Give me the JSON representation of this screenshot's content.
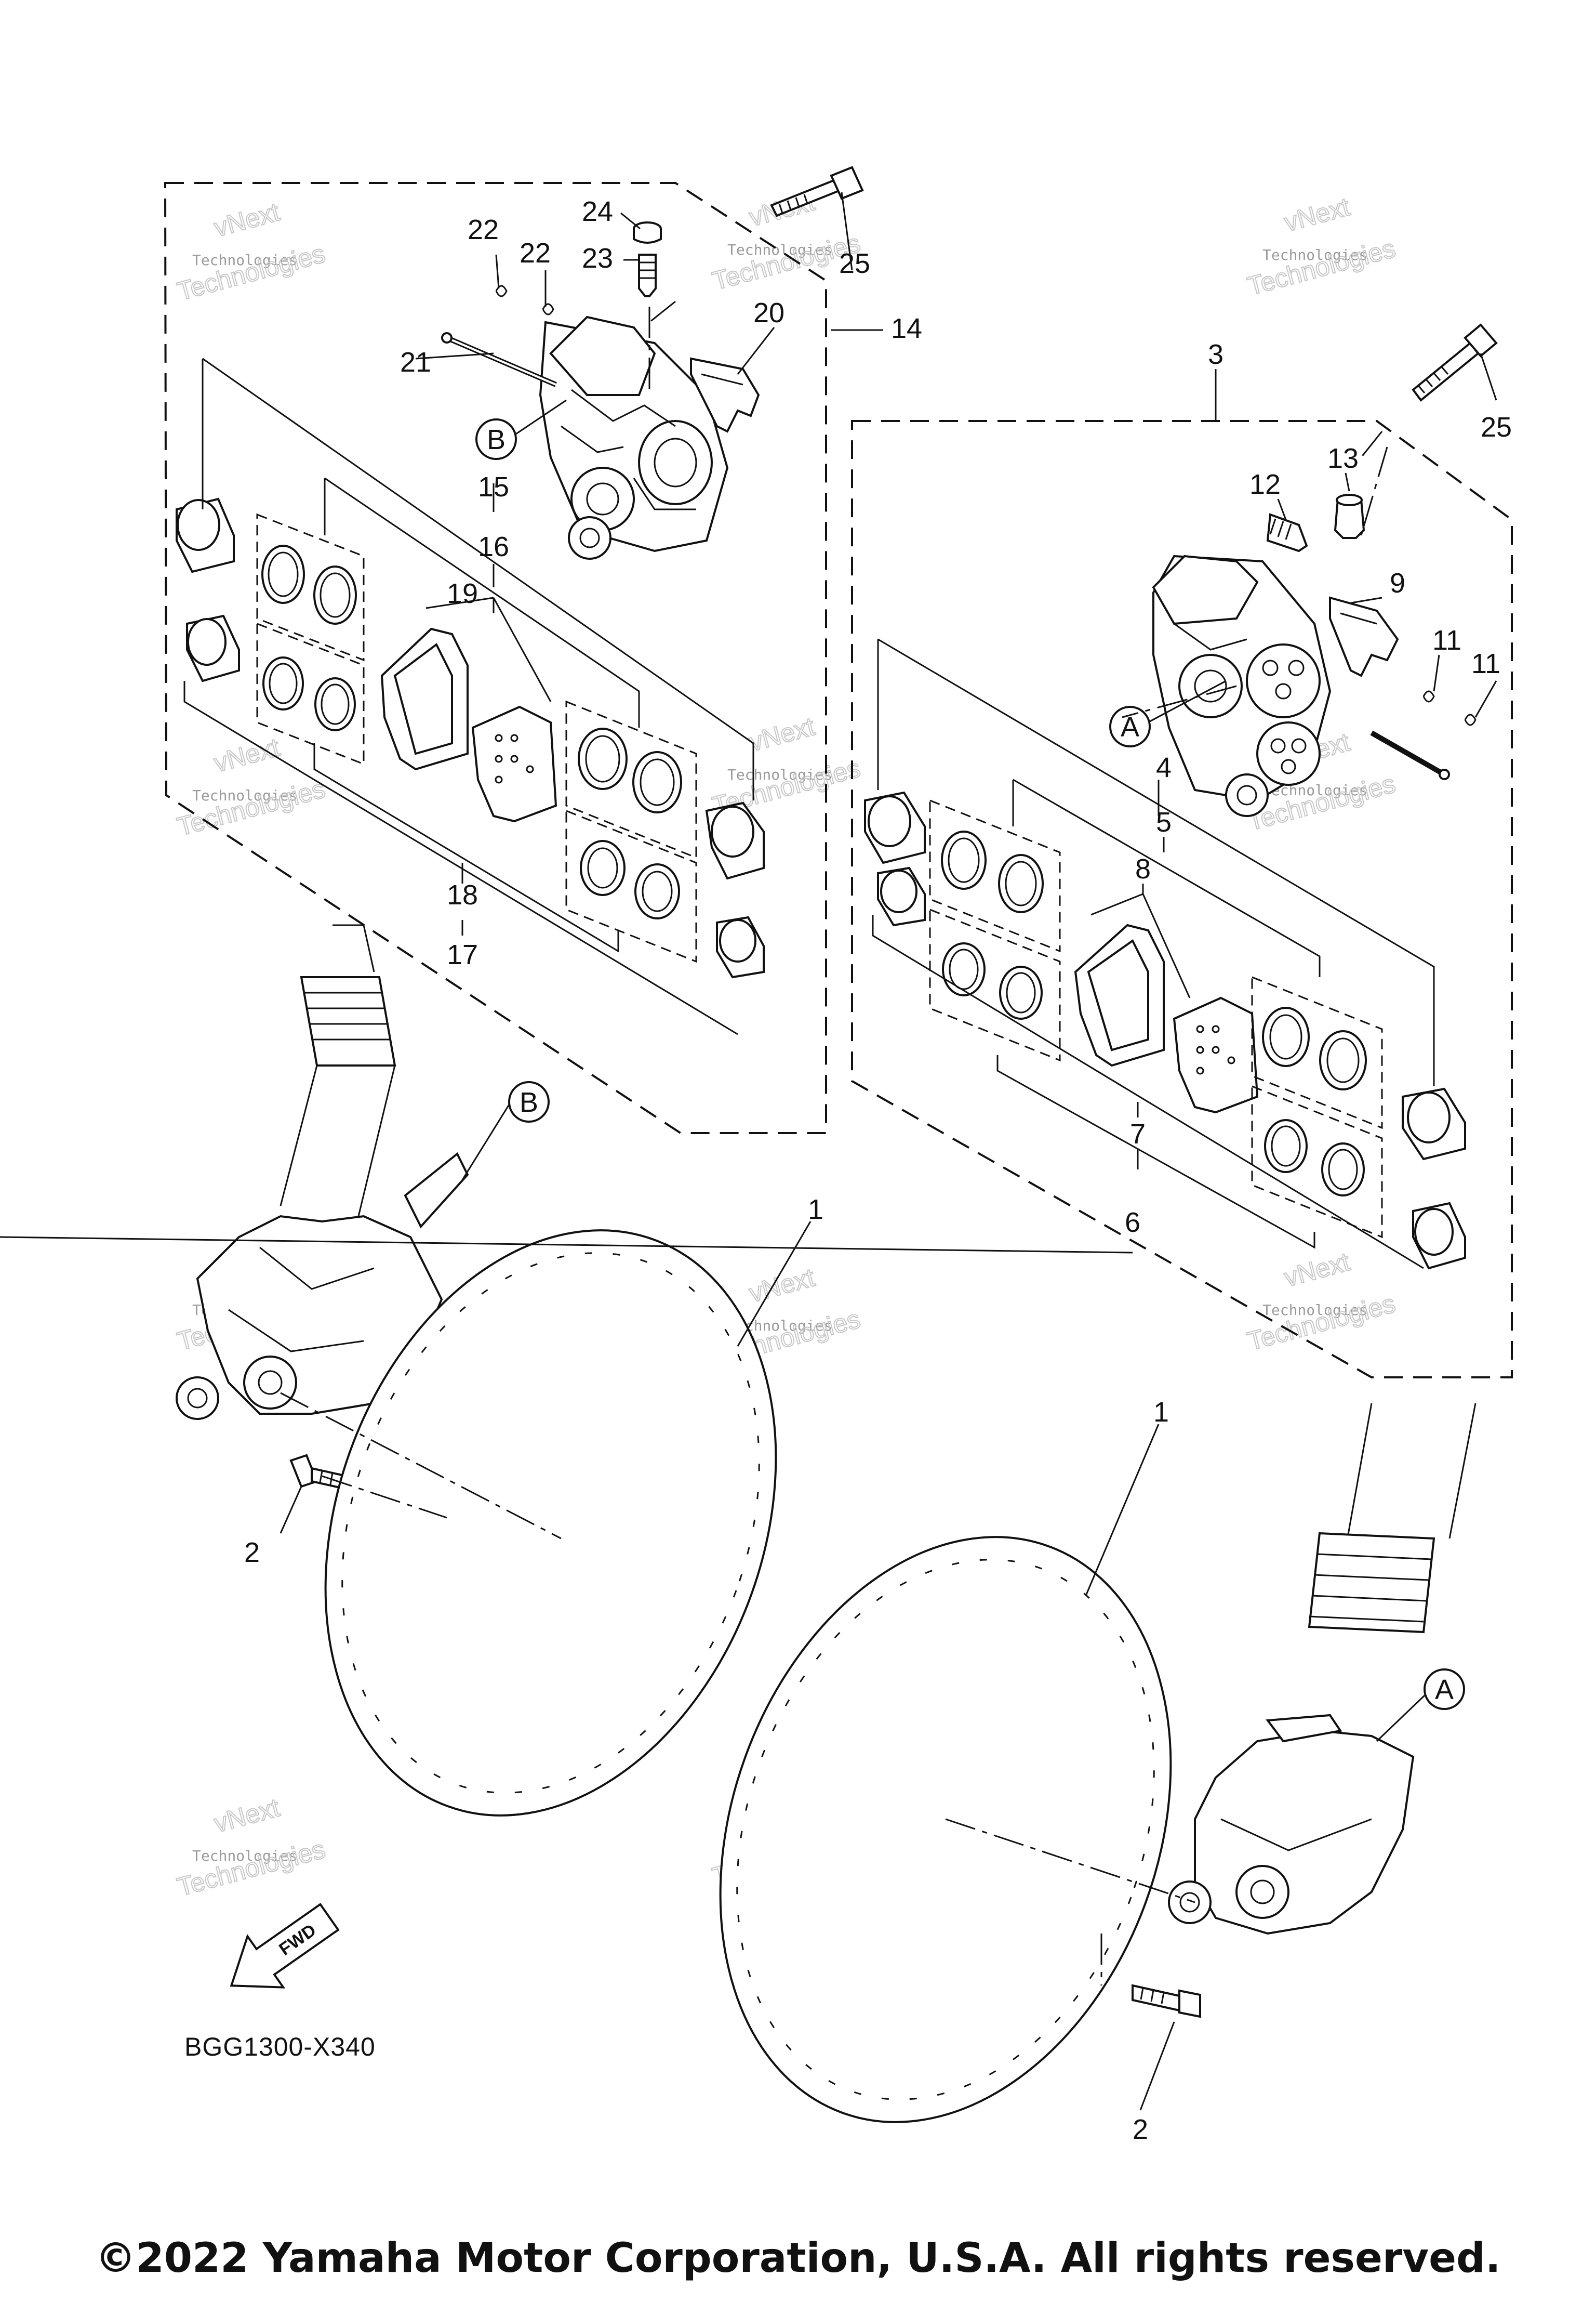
{
  "diagram": {
    "callouts": {
      "c1a": "1",
      "c1b": "1",
      "c2a": "2",
      "c2b": "2",
      "c3": "3",
      "c4": "4",
      "c5": "5",
      "c6": "6",
      "c7": "7",
      "c8": "8",
      "c9": "9",
      "c11a": "11",
      "c11b": "11",
      "c12": "12",
      "c13": "13",
      "c14": "14",
      "c15": "15",
      "c16": "16",
      "c17": "17",
      "c18": "18",
      "c19": "19",
      "c20": "20",
      "c21": "21",
      "c22a": "22",
      "c22b": "22",
      "c23": "23",
      "c24": "24",
      "c25a": "25",
      "c25b": "25"
    },
    "circle_markers": {
      "a1": "A",
      "a2": "A",
      "b1": "B",
      "b2": "B"
    },
    "watermark_line1": "vNext",
    "watermark_line2": "Technologies",
    "fwd_label": "FWD",
    "reference_code": "BGG1300-X340"
  },
  "copyright": "©2022 Yamaha Motor Corporation, U.S.A. All rights reserved."
}
